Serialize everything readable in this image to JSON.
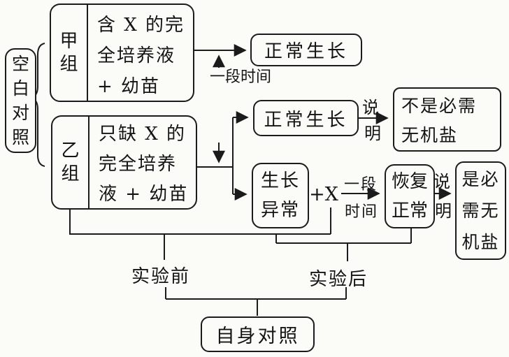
{
  "diagram": {
    "blank_control_label": "空白对照",
    "brace_icon": "{",
    "group_a": {
      "name": "甲组",
      "line1": "含 X 的完",
      "line2": "全培养液",
      "line3": "+ 幼苗"
    },
    "group_b": {
      "name": "乙组",
      "line1": "只缺 X 的",
      "line2": "完全培养",
      "line3": "液 + 幼苗"
    },
    "period_label_vertical": "一段时间",
    "outcome_a": "正常生长",
    "outcome_b_normal": "正常生长",
    "outcome_b_abnormal": {
      "line1": "生长",
      "line2": "异常"
    },
    "plus_x_label": "+X",
    "period2": {
      "top": "一段",
      "bottom": "时间"
    },
    "recover": {
      "line1": "恢复",
      "line2": "正常"
    },
    "explain1": {
      "top": "说",
      "bottom": "明"
    },
    "explain2": {
      "top": "说",
      "bottom": "明"
    },
    "conclusion_not_essential": {
      "line1": "不是必需",
      "line2": "无机盐"
    },
    "conclusion_essential": {
      "line1": "是必",
      "line2": "需无",
      "line3": "机盐"
    },
    "before_experiment_label": "实验前",
    "after_experiment_label": "实验后",
    "self_control_label": "自身对照",
    "ink_color": "#1b1b1b",
    "paper_color": "#fbfbf8"
  }
}
